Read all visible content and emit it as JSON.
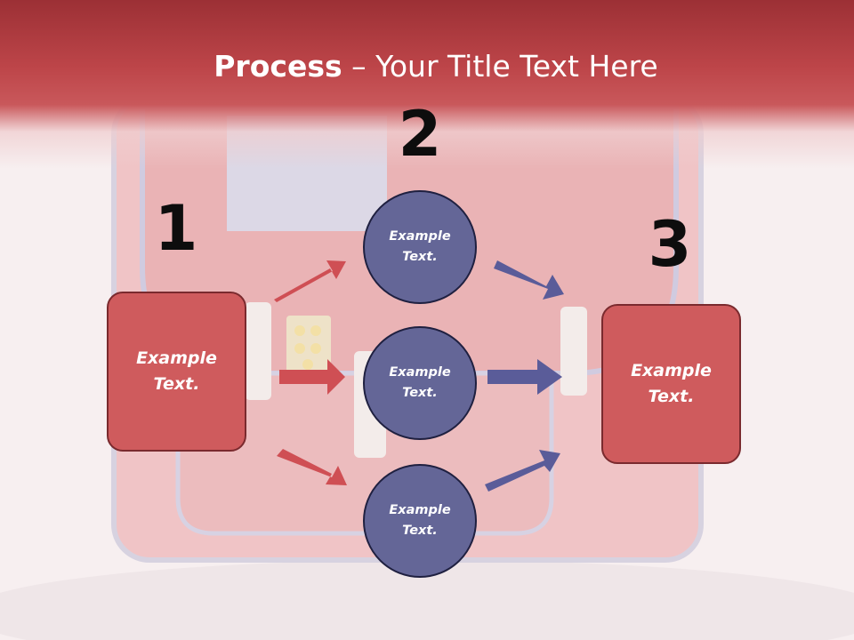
{
  "title": {
    "bold": "Process",
    "rest": " – Your Title Text Here"
  },
  "steps": {
    "one": "1",
    "two": "2",
    "three": "3"
  },
  "input_box": {
    "line1": "Example",
    "line2": "Text."
  },
  "circles": [
    {
      "line1": "Example",
      "line2": "Text."
    },
    {
      "line1": "Example",
      "line2": "Text."
    },
    {
      "line1": "Example",
      "line2": "Text."
    }
  ],
  "output_box": {
    "line1": "Example",
    "line2": "Text."
  },
  "colors": {
    "header": "#bd4549",
    "box_fill": "#cf5b5d",
    "circle_fill": "#646697",
    "arrow_red": "#cf4f54",
    "arrow_blue": "#5a5c99"
  }
}
